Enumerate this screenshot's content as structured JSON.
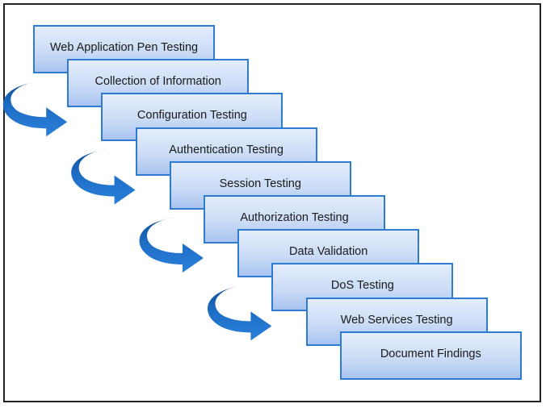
{
  "diagram": {
    "steps": [
      {
        "label": "Web Application Pen Testing"
      },
      {
        "label": "Collection of Information"
      },
      {
        "label": "Configuration Testing"
      },
      {
        "label": "Authentication Testing"
      },
      {
        "label": "Session Testing"
      },
      {
        "label": "Authorization Testing"
      },
      {
        "label": "Data Validation"
      },
      {
        "label": "DoS Testing"
      },
      {
        "label": "Web Services Testing"
      },
      {
        "label": "Document Findings"
      }
    ],
    "arrows": [
      {
        "from_step": 1,
        "to_step": 2,
        "icon": "curved-arrow-icon"
      },
      {
        "from_step": 3,
        "to_step": 4,
        "icon": "curved-arrow-icon"
      },
      {
        "from_step": 5,
        "to_step": 6,
        "icon": "curved-arrow-icon"
      },
      {
        "from_step": 7,
        "to_step": 8,
        "icon": "curved-arrow-icon"
      }
    ],
    "colors": {
      "box_border": "#2e7bd1",
      "box_fill_top": "#e4edfb",
      "box_fill_bottom": "#a9c4f0",
      "arrow": "#1f6fc8",
      "arrow_dark": "#0f4f9a",
      "frame": "#222222"
    }
  }
}
